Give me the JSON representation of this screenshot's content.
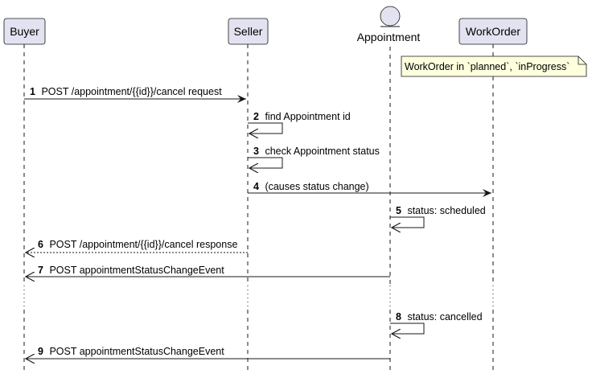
{
  "diagram": {
    "type": "sequence",
    "participants": [
      {
        "id": "buyer",
        "label": "Buyer",
        "kind": "box"
      },
      {
        "id": "seller",
        "label": "Seller",
        "kind": "box"
      },
      {
        "id": "appointment",
        "label": "Appointment",
        "kind": "entity"
      },
      {
        "id": "workorder",
        "label": "WorkOrder",
        "kind": "box"
      }
    ],
    "note": {
      "over": "workorder",
      "text": "WorkOrder in `planned`, `inProgress`"
    },
    "messages": [
      {
        "num": "1",
        "from": "buyer",
        "to": "seller",
        "label": "POST /appointment/{{id}}/cancel request",
        "style": "solid"
      },
      {
        "num": "2",
        "from": "seller",
        "to": "seller",
        "label": "find Appointment id",
        "style": "self"
      },
      {
        "num": "3",
        "from": "seller",
        "to": "seller",
        "label": "check Appointment status",
        "style": "self"
      },
      {
        "num": "4",
        "from": "seller",
        "to": "workorder",
        "label": "(causes status change)",
        "style": "solid"
      },
      {
        "num": "5",
        "from": "appointment",
        "to": "appointment",
        "label": "status: scheduled",
        "style": "self"
      },
      {
        "num": "6",
        "from": "seller",
        "to": "buyer",
        "label": "POST /appointment/{{id}}/cancel response",
        "style": "dashed"
      },
      {
        "num": "7",
        "from": "appointment",
        "to": "buyer",
        "label": "POST appointmentStatusChangeEvent",
        "style": "solid"
      },
      {
        "num": "8",
        "from": "appointment",
        "to": "appointment",
        "label": "status: cancelled",
        "style": "self"
      },
      {
        "num": "9",
        "from": "appointment",
        "to": "buyer",
        "label": "POST appointmentStatusChangeEvent",
        "style": "solid"
      }
    ],
    "colors": {
      "participant_fill": "#E2E2F0",
      "participant_border": "#181818",
      "lifeline": "#181818",
      "note_fill": "#FEFFDD",
      "note_border": "#181818"
    }
  }
}
